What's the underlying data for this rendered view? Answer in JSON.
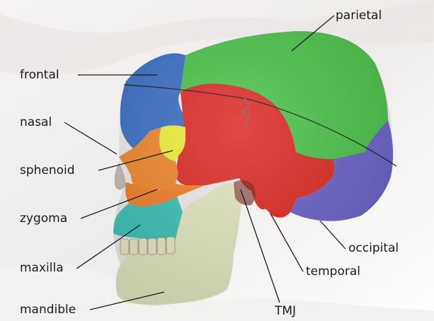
{
  "labels": {
    "parietal": "parietal",
    "frontal": "frontal",
    "nasal": "nasal",
    "sphenoid": "sphenoid",
    "zygoma": "zygoma",
    "maxilla": "maxilla",
    "mandible": "mandible",
    "occipital": "occipital",
    "temporal": "temporal",
    "tmj": "TMJ"
  },
  "bone_colors": {
    "frontal": "#3b6fc4",
    "parietal": "#4cc34a",
    "occipital": "#6a63c8",
    "temporal": "#dd2a24",
    "sphenoid": "#eef038",
    "nasal": "#f08a2c",
    "zygoma": "#f28228",
    "maxilla": "#3cc3b8",
    "mandible": "#e4e8c2"
  }
}
